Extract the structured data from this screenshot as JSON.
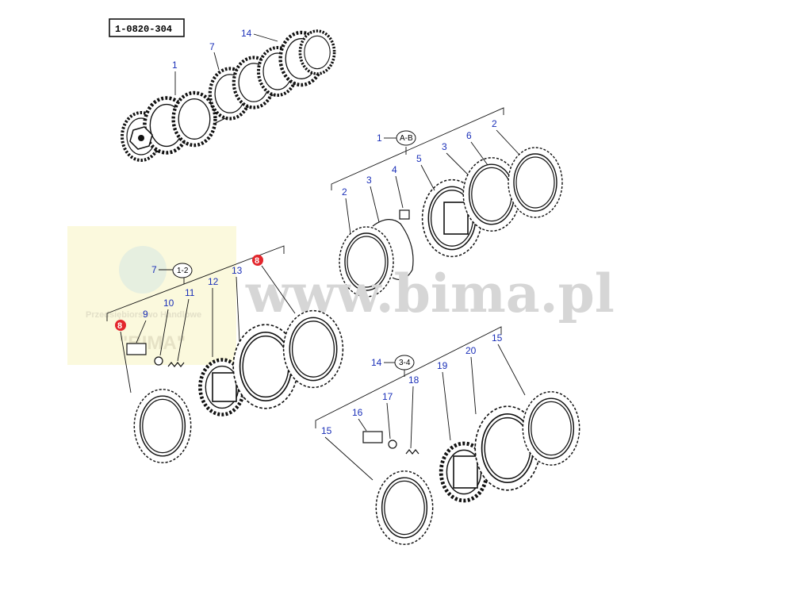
{
  "reference_code": "1-0820-304",
  "watermark": {
    "url_text": "www.bima.pl",
    "company_text": "Przedsiębiorstwo Handlowe",
    "brand_text": "\"BIMA\""
  },
  "main_shaft_callouts": [
    "14",
    "7",
    "1"
  ],
  "groups": [
    {
      "part": "1",
      "subgroup": "A-B",
      "items": [
        "2",
        "3",
        "4",
        "5",
        "3",
        "6",
        "2"
      ]
    },
    {
      "part": "7",
      "subgroup": "1-2",
      "items": [
        "8",
        "9",
        "10",
        "11",
        "12",
        "13",
        "8"
      ]
    },
    {
      "part": "14",
      "subgroup": "3-4",
      "items": [
        "15",
        "16",
        "17",
        "18",
        "19",
        "20",
        "15"
      ]
    }
  ],
  "highlighted_callouts": [
    "8"
  ],
  "colors": {
    "callout_text": "#1a2fb8",
    "highlight": "#e3262c",
    "watermark_box": "#fbf9dd",
    "watermark_text": "#d6d6d6"
  }
}
